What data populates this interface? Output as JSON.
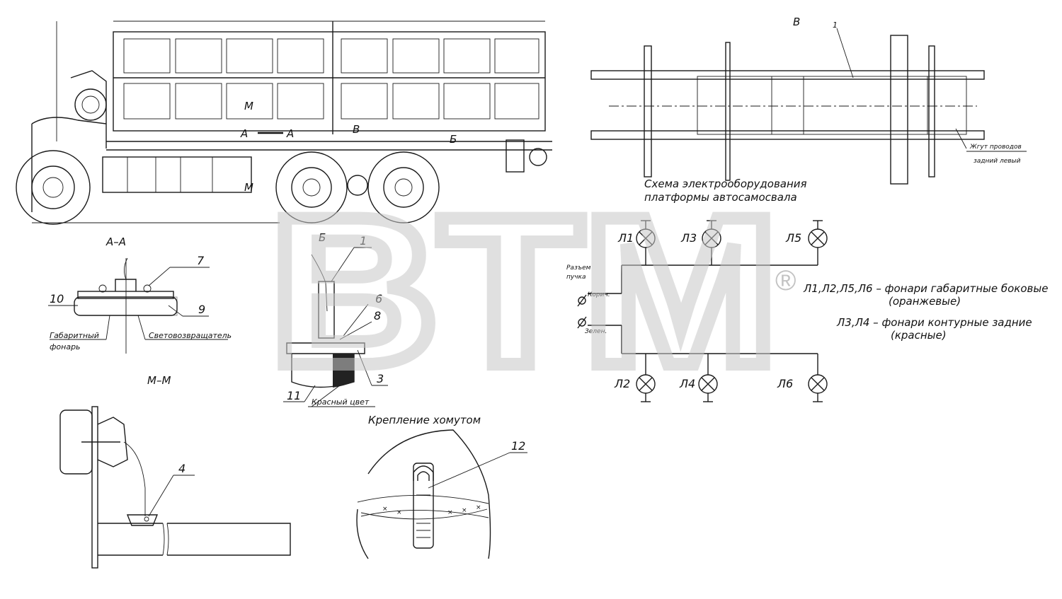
{
  "watermark": {
    "logo_text": "BTM",
    "registered": "®"
  },
  "views": {
    "section_aa": "А–А",
    "section_mm": "М–М",
    "view_b": "Б",
    "view_v": "В",
    "clamp_title": "Крепление хомутом"
  },
  "truck_markers": {
    "m_top": "М",
    "m_bottom": "М",
    "a_left": "А",
    "a_right": "А",
    "b": "Б",
    "v": "В"
  },
  "callouts": {
    "n1_frame": "1",
    "n1_lamp": "1",
    "n3": "3",
    "n4": "4",
    "n6": "6",
    "n7": "7",
    "n8": "8",
    "n9": "9",
    "n10": "10",
    "n11": "11",
    "n12": "12"
  },
  "notes": {
    "marker_lamp": "Габаритный фонарь",
    "reflector": "Световозвращатель",
    "red_color": "Красный цвет",
    "harness": "Жгут проводов задний левый",
    "connector": "Разъем пучка",
    "wire_brown": "Корич.",
    "wire_green": "Зелен."
  },
  "schematic": {
    "title_line1": "Схема электрооборудования",
    "title_line2": "платформы автосамосвала",
    "lamps": [
      "Л1",
      "Л2",
      "Л3",
      "Л4",
      "Л5",
      "Л6"
    ],
    "legend_1": "Л1,Л2,Л5,Л6 – фонари габаритные боковые",
    "legend_1b": "(оранжевые)",
    "legend_2": "Л3,Л4 – фонари контурные задние",
    "legend_2b": "(красные)"
  },
  "colors": {
    "line": "#1a1a1a",
    "watermark": "#c8c8c8"
  },
  "icons": [
    "lamp-cross-icon",
    "ground-symbol-icon",
    "registered-mark-icon"
  ]
}
